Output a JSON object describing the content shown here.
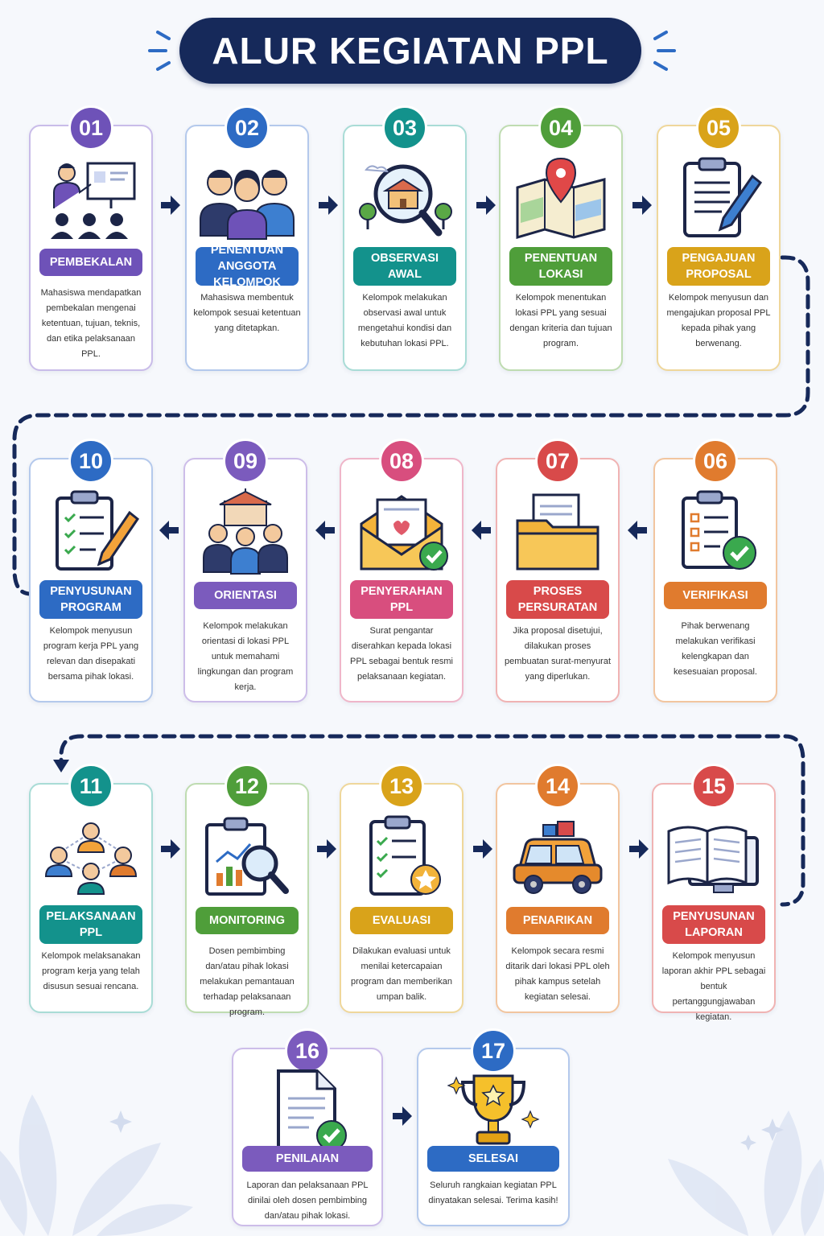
{
  "title": "ALUR KEGIATAN PPL",
  "colors": {
    "navy": "#16295a",
    "purple": "#6e52b8",
    "blue": "#2d6bc4",
    "teal": "#13928c",
    "green": "#4f9e3a",
    "gold": "#d9a31a",
    "orange": "#e07b2e",
    "red": "#d84a4a",
    "pink": "#d84e7e",
    "violet": "#7b5bbd"
  },
  "steps": [
    {
      "number": "01",
      "label": "PEMBEKALAN",
      "icon": "presentation-icon",
      "description": "Mahasiswa mendapatkan pembekalan mengenai ketentuan, tujuan, teknis, dan etika pelaksanaan PPL."
    },
    {
      "number": "02",
      "label": "PENENTUAN ANGGOTA KELOMPOK",
      "icon": "group-people-icon",
      "description": "Mahasiswa membentuk kelompok sesuai ketentuan yang ditetapkan."
    },
    {
      "number": "03",
      "label": "OBSERVASI AWAL",
      "icon": "magnifier-school-icon",
      "description": "Kelompok melakukan observasi awal untuk mengetahui kondisi dan kebutuhan lokasi PPL."
    },
    {
      "number": "04",
      "label": "PENENTUAN LOKASI",
      "icon": "map-pin-icon",
      "description": "Kelompok menentukan lokasi PPL yang sesuai dengan kriteria dan tujuan program."
    },
    {
      "number": "05",
      "label": "PENGAJUAN PROPOSAL",
      "icon": "clipboard-pen-icon",
      "description": "Kelompok menyusun dan mengajukan proposal PPL kepada pihak yang berwenang."
    },
    {
      "number": "06",
      "label": "VERIFIKASI",
      "icon": "checklist-verified-icon",
      "description": "Pihak berwenang melakukan verifikasi kelengkapan dan kesesuaian proposal."
    },
    {
      "number": "07",
      "label": "PROSES PERSURATAN",
      "icon": "folder-document-icon",
      "description": "Jika proposal disetujui, dilakukan proses pembuatan surat-menyurat yang diperlukan."
    },
    {
      "number": "08",
      "label": "PENYERAHAN PPL",
      "icon": "envelope-check-icon",
      "description": "Surat pengantar diserahkan kepada lokasi PPL sebagai bentuk resmi pelaksanaan kegiatan."
    },
    {
      "number": "09",
      "label": "ORIENTASI",
      "icon": "school-students-icon",
      "description": "Kelompok melakukan orientasi di lokasi PPL untuk memahami lingkungan dan program kerja."
    },
    {
      "number": "10",
      "label": "PENYUSUNAN PROGRAM",
      "icon": "checklist-pencil-icon",
      "description": "Kelompok menyusun program kerja PPL yang relevan dan disepakati bersama pihak lokasi."
    },
    {
      "number": "11",
      "label": "PELAKSANAAN PPL",
      "icon": "team-network-icon",
      "description": "Kelompok melaksanakan program kerja yang telah disusun sesuai rencana."
    },
    {
      "number": "12",
      "label": "MONITORING",
      "icon": "chart-magnifier-icon",
      "description": "Dosen pembimbing dan/atau pihak lokasi melakukan pemantauan terhadap pelaksanaan program."
    },
    {
      "number": "13",
      "label": "EVALUASI",
      "icon": "checklist-star-icon",
      "description": "Dilakukan evaluasi untuk menilai ketercapaian program dan memberikan umpan balik."
    },
    {
      "number": "14",
      "label": "PENARIKAN",
      "icon": "car-luggage-icon",
      "description": "Kelompok secara resmi ditarik dari lokasi PPL oleh pihak kampus setelah kegiatan selesai."
    },
    {
      "number": "15",
      "label": "PENYUSUNAN LAPORAN",
      "icon": "book-monitor-icon",
      "description": "Kelompok menyusun laporan akhir PPL sebagai bentuk pertanggungjawaban kegiatan."
    },
    {
      "number": "16",
      "label": "PENILAIAN",
      "icon": "document-check-icon",
      "description": "Laporan dan pelaksanaan PPL dinilai oleh dosen pembimbing dan/atau pihak lokasi."
    },
    {
      "number": "17",
      "label": "SELESAI",
      "icon": "trophy-icon",
      "description": "Seluruh rangkaian kegiatan PPL dinyatakan selesai. Terima kasih!"
    }
  ]
}
